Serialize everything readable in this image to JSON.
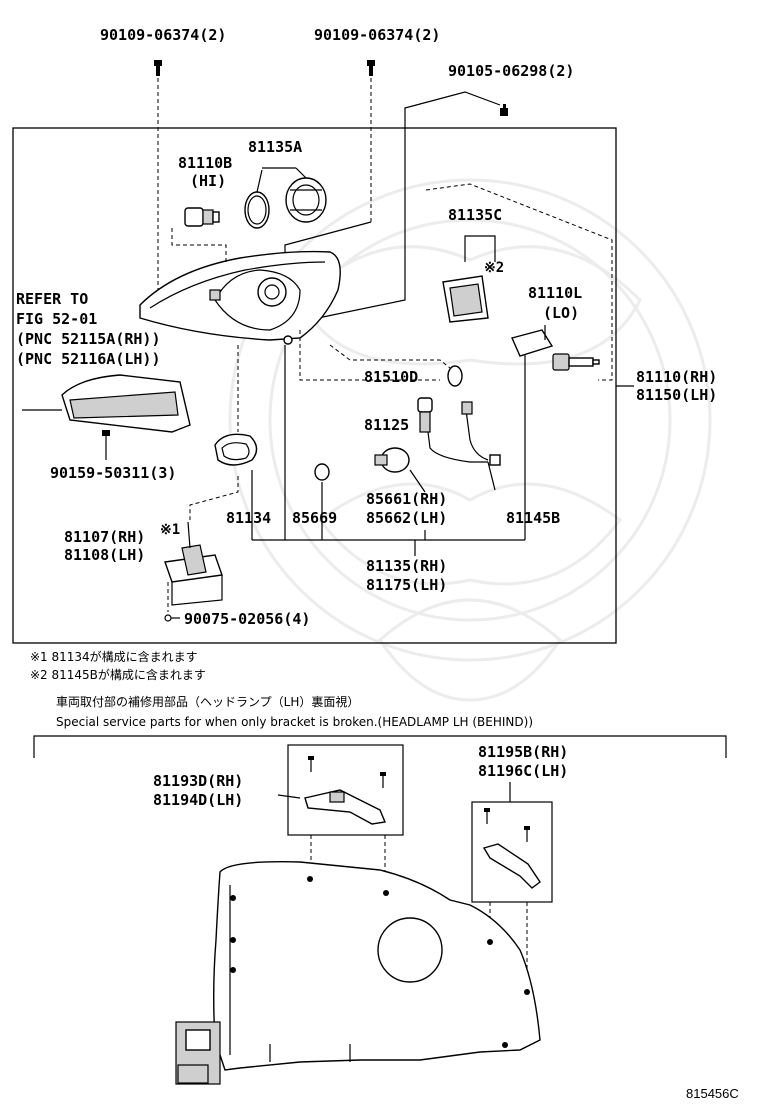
{
  "parts": {
    "bolt_a": "90109-06374(2)",
    "bolt_b": "90109-06374(2)",
    "screw_c": "90105-06298(2)",
    "p81135A": "81135A",
    "p81110B": "81110B",
    "p81110B_sub": "(HI)",
    "p81135C": "81135C",
    "p81135C_note": "※2",
    "p81110L": "81110L",
    "p81110L_sub": "(LO)",
    "refer_1": "REFER TO",
    "refer_2": "FIG 52-01",
    "refer_3": "(PNC 52115A(RH))",
    "refer_4": "(PNC 52116A(LH))",
    "assy_rh": "81110(RH)",
    "assy_lh": "81150(LH)",
    "p81510D": "81510D",
    "p81125": "81125",
    "p90159": "90159-50311(3)",
    "p85661": "85661(RH)",
    "p85662": "85662(LH)",
    "p81134": "81134",
    "p85669": "85669",
    "p81145B": "81145B",
    "p81107": "81107(RH)",
    "p81108": "81108(LH)",
    "p81107_note": "※1",
    "p81135rh": "81135(RH)",
    "p81175lh": "81175(LH)",
    "p90075": "90075-02056(4)",
    "p81193D": "81193D(RH)",
    "p81194D": "81194D(LH)",
    "p81195B": "81195B(RH)",
    "p81196C": "81196C(LH)"
  },
  "notes": {
    "n1": "※1  81134が構成に含まれます",
    "n2": "※2  81145Bが構成に含まれます",
    "jp_title": "車両取付部の補修用部品（ヘッドランプ（LH）裏面視）",
    "en_title": "Special service parts for when only bracket is broken.(HEADLAMP LH (BEHIND))"
  },
  "footer": {
    "ref_code": "815456C"
  }
}
